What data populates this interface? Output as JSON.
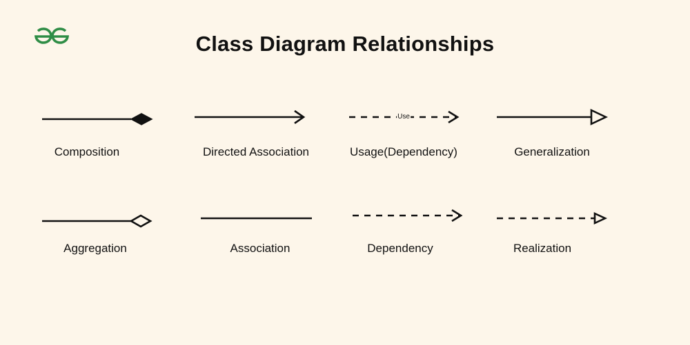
{
  "header": {
    "title": "Class Diagram Relationships"
  },
  "logo": {
    "icon": "gfg-logo-icon",
    "color": "#2f8d46"
  },
  "relationships": {
    "composition": {
      "label": "Composition"
    },
    "directed_association": {
      "label": "Directed Association"
    },
    "usage": {
      "label": "Usage(Dependency)",
      "line_label": "Use"
    },
    "generalization": {
      "label": "Generalization"
    },
    "aggregation": {
      "label": "Aggregation"
    },
    "association": {
      "label": "Association"
    },
    "dependency": {
      "label": "Dependency"
    },
    "realization": {
      "label": "Realization"
    }
  },
  "colors": {
    "background": "#fdf6ea",
    "ink": "#111111"
  }
}
